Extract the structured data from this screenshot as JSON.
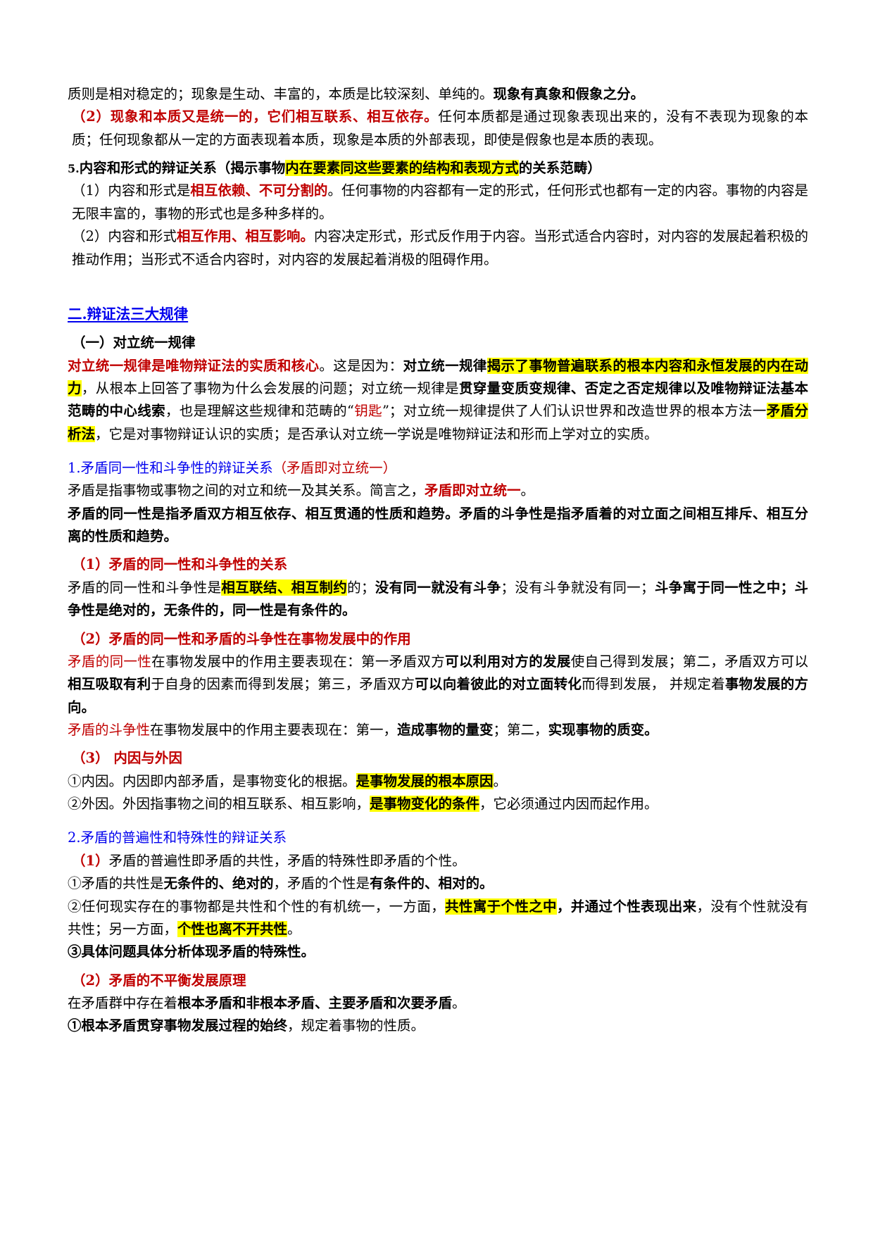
{
  "document": {
    "title_visible": false,
    "colors": {
      "text": "#000000",
      "red": "#c00000",
      "blue": "#0000ee",
      "highlight": "#ffff00",
      "page_background": "#ffffff"
    }
  },
  "blocks": {
    "p_cont_1_a": "质则是相对稳定的；现象是生动、丰富的，本质是比较深刻、单纯的。",
    "p_cont_1_b": "现象有真象和假象之分。",
    "p_2_lead": "（2）现象和本质又是统一的，它们相互联系、相互依存。",
    "p_2_rest": "任何本质都是通过现象表现出来的，没有不表现为现象的本质；任何现象都从一定的方面表现着本质，现象是本质的外部表现，即使是假象也是本质的表现。",
    "h_5_num": "5.",
    "h_5_a": "内容和形式的辩证关系（揭示事物",
    "h_5_hl": "内在要素同这些要素的结构和表现方式",
    "h_5_b": "的关系范畴）",
    "p_5_1_a": "（1）内容和形式是",
    "p_5_1_red": "相互依赖、不可分割的",
    "p_5_1_b": "。任何事物的内容都有一定的形式，任何形式也都有一定的内容。事物的内容是无限丰富的，事物的形式也是多种多样的。",
    "p_5_2_a": "（2）内容和形式",
    "p_5_2_red": "相互作用、相互影响。",
    "p_5_2_b": "内容决定形式，形式反作用于内容。当形式适合内容时，对内容的发展起着积极的推动作用；当形式不适合内容时，对内容的发展起着消极的阻碍作用。",
    "h_two": "二.辩证法三大规律",
    "h_one_paren": "（一）对立统一规律",
    "p_core_red": "对立统一规律是唯物辩证法的实质和核心",
    "p_core_1": "。这是因为：",
    "p_core_b1": "对立统一规律",
    "p_core_hl1": "揭示了事物普遍联系的根本内容和永恒发展的内在动力",
    "p_core_2": "，从根本上回答了事物为什么会发展的问题；对立统一规律是",
    "p_core_b2": "贯穿量变质变规律、否定之否定规律以及唯物辩证法基本范畴的中心线索",
    "p_core_3": "，也是理解这些规律和范畴的“",
    "p_core_red2": "钥匙",
    "p_core_4": "”；对立统一规律提供了人们认识世界和改造世界的根本方法一",
    "p_core_hl2": "矛盾分析法",
    "p_core_5": "，它是对事物辩证认识的实质；是否承认对立统一学说是唯物辩证法和形而上学对立的实质。",
    "h_1_blue": "1.矛盾同一性和斗争性的辩证关系",
    "h_1_red": "（矛盾即对立统一）",
    "p_1_a": "矛盾是指事物或事物之间的对立和统一及其关系。简言之，",
    "p_1_red": "矛盾即对立统一",
    "p_1_b": "。",
    "p_1_bold": "矛盾的同一性是指矛盾双方相互依存、相互贯通的性质和趋势。矛盾的斗争性是指矛盾着的对立面之间相互排斥、相互分离的性质和趋势。",
    "h_1_1_red": "（1）矛盾的同一性和斗争性的关系",
    "p_1_1_a": "矛盾的同一性和斗争性是",
    "p_1_1_hl": "相互联结、相互制约",
    "p_1_1_b": "的；",
    "p_1_1_bold1": "没有同一就没有斗争",
    "p_1_1_c": "；没有斗争就没有同一；",
    "p_1_1_bold2": "斗争寓于同一性之中；斗争性是绝对的，无条件的，同一性是有条件的。",
    "h_1_2_red": "（2）矛盾的同一性和矛盾的斗争性在事物发展中的作用",
    "p_1_2_red": "矛盾的同一性",
    "p_1_2_a": "在事物发展中的作用主要表现在：第一矛盾双方",
    "p_1_2_bold1": "可以利用对方的发展",
    "p_1_2_b": "使自己得到发展；第二，矛盾双方可以",
    "p_1_2_bold2": "相互吸取有利",
    "p_1_2_c": "于自身的因素而得到发展；第三，矛盾双方",
    "p_1_2_bold3": "可以向着彼此的对立面转化",
    "p_1_2_d": "而得到发展， 并规定着",
    "p_1_2_bold4": "事物发展的方向。",
    "p_1_3_red": "矛盾的斗争性",
    "p_1_3_a": "在事物发展中的作用主要表现在：第一，",
    "p_1_3_bold1": "造成事物的量变",
    "p_1_3_b": "；第二，",
    "p_1_3_bold2": "实现事物的质变。",
    "h_1_3_red": "（3） 内因与外因",
    "p_in_a": "①内因。内因即内部矛盾，是事物变化的根据。",
    "p_in_hl": "是事物发展的根本原因",
    "p_in_b": "。",
    "p_out_a": "②外因。外因指事物之间的相互联系、相互影响，",
    "p_out_hl": "是事物变化的条件",
    "p_out_b": "，它必须通过内因而起作用。",
    "h_2_blue": "2.矛盾的普遍性和特殊性的辩证关系",
    "p_2_1_red": "（1）",
    "p_2_1_a": "矛盾的普遍性即矛盾的共性，矛盾的特殊性即矛盾的个性。",
    "p_2_2_a": "①矛盾的共性是",
    "p_2_2_bold1": "无条件的、绝对的",
    "p_2_2_b": "，矛盾的个性是",
    "p_2_2_bold2": "有条件的、相对的。",
    "p_2_3_a": "②任何现实存在的事物都是共性和个性的有机统一，一方面，",
    "p_2_3_hl1": "共性寓于个性之中",
    "p_2_3_bold1": "，并通过个性表现出来",
    "p_2_3_b": "，没有个性就没有共性；另一方面，",
    "p_2_3_hl2": "个性也离不开共性",
    "p_2_3_c": "。",
    "p_2_4_bold": "③具体问题具体分析体现矛盾的特殊性。",
    "h_2_2_red": "（2）矛盾的不平衡发展原理",
    "p_2_5_a": "在矛盾群中存在着",
    "p_2_5_bold": "根本矛盾和非根本矛盾、主要矛盾和次要矛盾",
    "p_2_5_b": "。",
    "p_2_6_bold": "①根本矛盾贯穿事物发展过程的始终",
    "p_2_6_a": "，规定着事物的性质。"
  }
}
